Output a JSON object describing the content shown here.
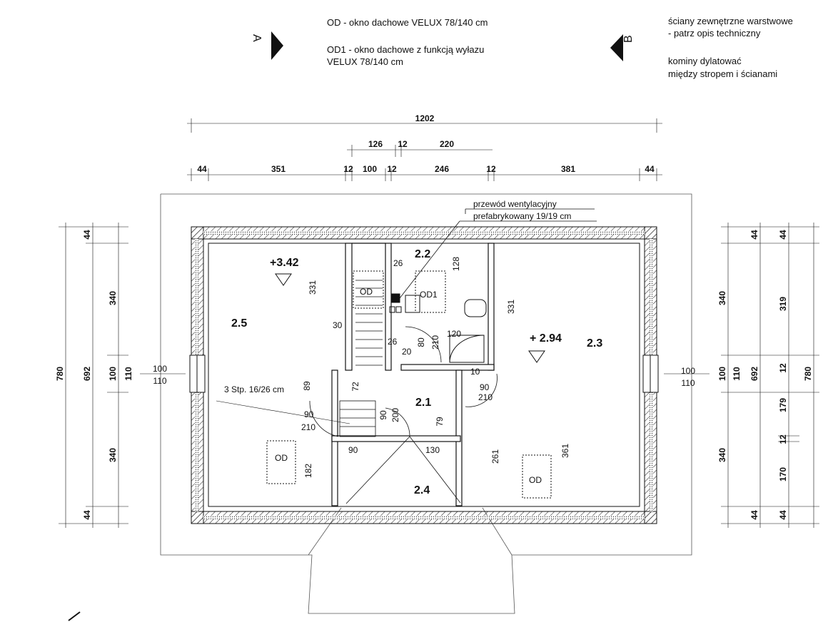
{
  "notes": {
    "od": "OD - okno dachowe VELUX 78/140 cm",
    "od1_line1": "OD1 - okno dachowe z funkcją wyłazu",
    "od1_line2": "VELUX 78/140 cm",
    "walls_line1": "ściany zewnętrzne warstwowe",
    "walls_line2": "- patrz opis techniczny",
    "chimney_line1": "kominy dylatować",
    "chimney_line2": "między stropem i ścianami"
  },
  "sections": {
    "a": "A",
    "b": "B"
  },
  "vent": {
    "line1": "przewód wentylacyjny",
    "line2": "prefabrykowany 19/19 cm"
  },
  "rooms": {
    "r21": "2.1",
    "r22": "2.2",
    "r23": "2.3",
    "r24": "2.4",
    "r25": "2.5"
  },
  "levels": {
    "left": "+3.42",
    "right": "+ 2.94"
  },
  "windows": {
    "od": "OD",
    "od1": "OD1"
  },
  "stairs": "3 Stp. 16/26 cm",
  "dims_top": {
    "total": "1202",
    "r2a": "126",
    "r2b": "12",
    "r2c": "220",
    "r3": [
      "44",
      "351",
      "12",
      "100",
      "12",
      "246",
      "12",
      "381",
      "44"
    ]
  },
  "dims_left": [
    "780",
    "692",
    "100",
    "110",
    "340",
    "340",
    "44",
    "44",
    "100",
    "110"
  ],
  "dims_right": [
    "340",
    "100",
    "110",
    "692",
    "780",
    "340",
    "44",
    "44",
    "319",
    "12",
    "179",
    "12",
    "170",
    "44",
    "44",
    "100",
    "110"
  ],
  "dims_inner": [
    "331",
    "331",
    "128",
    "26",
    "30",
    "26",
    "20",
    "80",
    "210",
    "120",
    "90",
    "10",
    "210",
    "72",
    "89",
    "90",
    "210",
    "90",
    "200",
    "79",
    "90",
    "130",
    "182",
    "261",
    "361"
  ]
}
